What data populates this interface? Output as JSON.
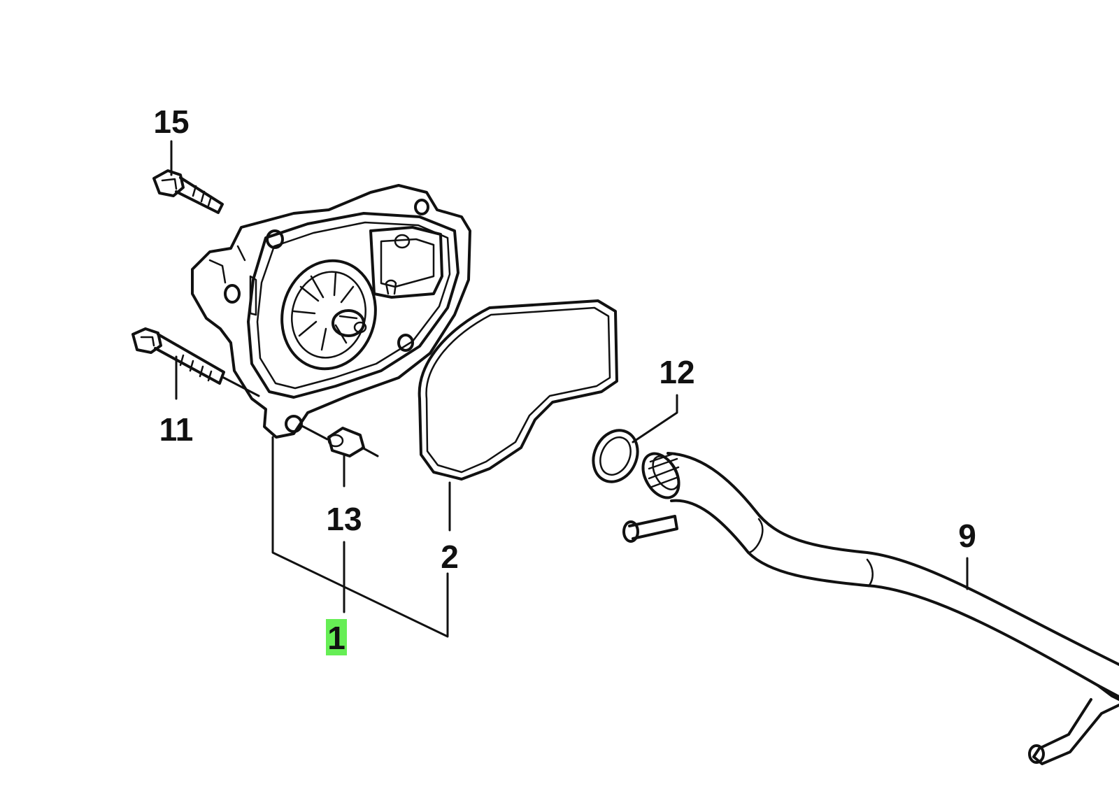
{
  "highlight_color": "#66ee55",
  "ink_color": "#111111",
  "background_color": "#ffffff",
  "callouts": {
    "c15": "15",
    "c11": "11",
    "c13": "13",
    "c1": "1",
    "c2": "2",
    "c12": "12",
    "c9": "9"
  },
  "highlighted_callout": "1"
}
